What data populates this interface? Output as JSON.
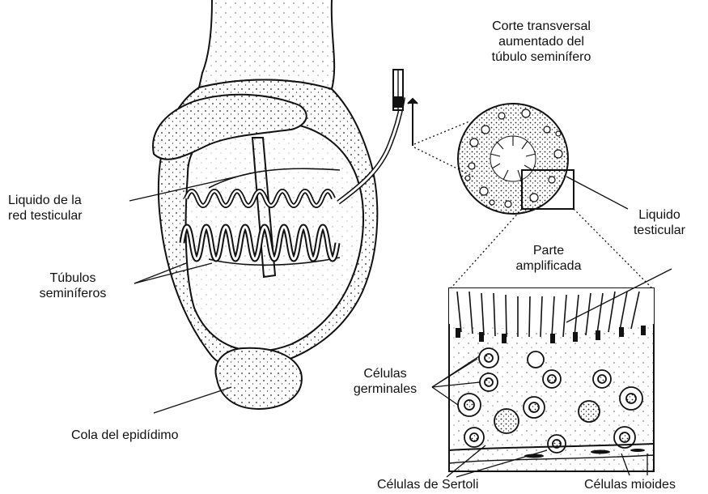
{
  "labels": {
    "cross_section_title": "Corte transversal\naumentado del\ntúbulo seminífero",
    "rete_testis_fluid": "Liquido de la\nred testicular",
    "testicular_fluid": "Liquido\ntesticular",
    "magnified_part": "Parte\namplificada",
    "seminiferous_tubules": "Túbulos\nseminíferos",
    "germ_cells": "Células\ngerminales",
    "epididymis_tail": "Cola del epidídimo",
    "sertoli_cells": "Células de Sertoli",
    "myoid_cells": "Células mioides"
  },
  "colors": {
    "ink": "#111111",
    "paper": "#ffffff",
    "shade": "#e9e9e9"
  }
}
